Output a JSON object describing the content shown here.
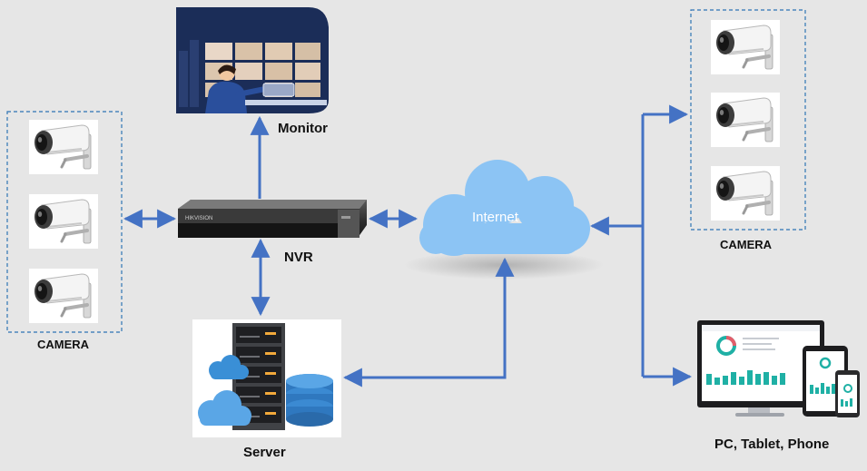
{
  "nodes": {
    "monitor": {
      "label": "Monitor",
      "icon": "operator-monitor-icon"
    },
    "nvr": {
      "label": "NVR",
      "icon": "nvr-recorder-icon"
    },
    "server": {
      "label": "Server",
      "icon": "server-rack-icon"
    },
    "internet": {
      "label": "Internet",
      "icon": "cloud-icon"
    },
    "cameras_left": {
      "label": "CAMERA",
      "icon": "cctv-camera-icon",
      "count": 3
    },
    "cameras_right": {
      "label": "CAMERA",
      "icon": "cctv-camera-icon",
      "count": 3
    },
    "devices": {
      "label": "PC, Tablet, Phone",
      "icon": "multi-device-icon"
    }
  },
  "colors": {
    "background": "#e6e6e6",
    "connector": "#4472c4",
    "group_border": "#2e74b5",
    "cloud": "#8cc4f4",
    "teal_accent": "#1fb0a5"
  }
}
